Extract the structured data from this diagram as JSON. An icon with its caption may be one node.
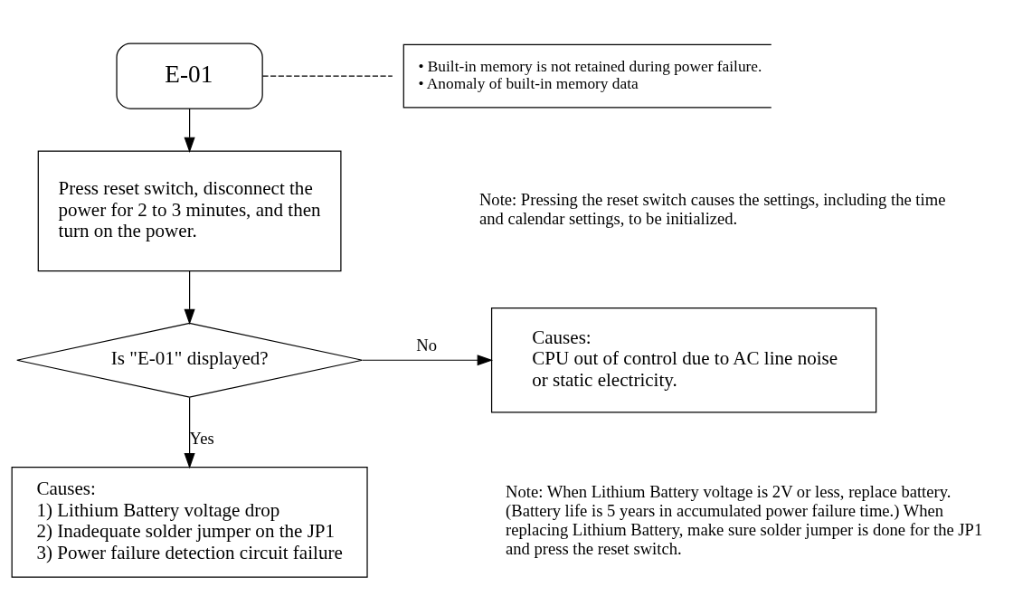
{
  "diagram": {
    "nodes": [
      {
        "text": [
          "E-01"
        ]
      },
      {
        "text": [
          "• Built-in memory is not retained during power failure.",
          "• Anomaly of built-in memory data"
        ]
      },
      {
        "text": [
          "Press reset switch, disconnect the power for 2 to 3 minutes, and then turn on the power."
        ]
      },
      {
        "text": [
          "Is \"E-01\" displayed?"
        ]
      },
      {
        "text": [
          "Causes:",
          "CPU out of control due to AC line noise or static electricity."
        ]
      },
      {
        "text": [
          "Causes:",
          "1) Lithium Battery voltage drop",
          "2) Inadequate solder jumper on the JP1",
          "3) Power failure detection circuit failure"
        ]
      }
    ],
    "edges": [
      {
        "from": 0,
        "to": 1,
        "arrow": "none",
        "style": "dashed"
      },
      {
        "from": 0,
        "to": 2,
        "arrow": "to"
      },
      {
        "from": 2,
        "to": 3,
        "arrow": "to"
      },
      {
        "from": 3,
        "to": 4,
        "arrow": "to",
        "label": "No"
      },
      {
        "from": 3,
        "to": 5,
        "arrow": "to",
        "label": "Yes"
      }
    ],
    "labels": [
      "Note: Pressing the reset switch causes the settings, including the time and calendar settings, to be initialized.",
      "Note: When Lithium Battery voltage is 2V or less, replace battery. (Battery life is 5 years in accumulated power failure time.) When replacing Lithium Battery, make sure solder jumper is done for the JP1 and press the reset switch."
    ]
  }
}
